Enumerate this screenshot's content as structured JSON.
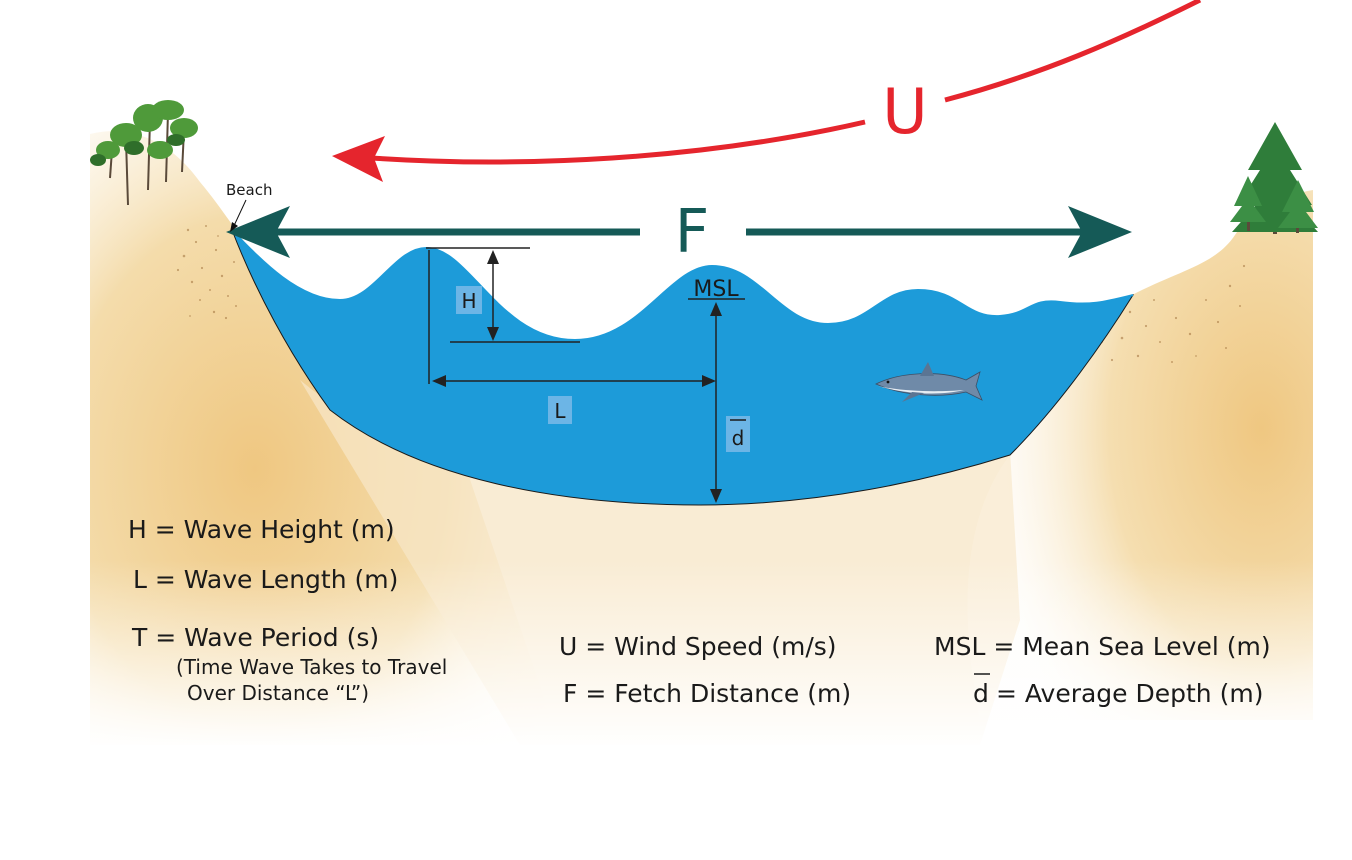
{
  "diagram": {
    "labels": {
      "wind": "U",
      "fetch": "F",
      "beach": "Beach",
      "msl": "MSL",
      "height": "H",
      "length": "L",
      "depth": "d"
    },
    "legend": {
      "height": "H = Wave Height (m)",
      "length": "L = Wave Length (m)",
      "period": "T = Wave Period (s)",
      "period_note_1": "(Time Wave Takes to Travel",
      "period_note_2": "Over Distance “L”)",
      "wind": "U = Wind Speed (m/s)",
      "fetch": "F = Fetch Distance (m)",
      "msl": "MSL = Mean Sea Level (m)",
      "depth_symbol": "d",
      "depth": "= Average Depth (m)"
    },
    "colors": {
      "wind_arrow": "#e5252d",
      "fetch_arrow": "#155a57",
      "water": "#1d9bd9",
      "sand": "#ecc98f",
      "label_box": "#6cb5e6"
    },
    "icons": {
      "trees_left": "deciduous-trees-icon",
      "trees_right": "pine-trees-icon",
      "fish": "shark-icon"
    }
  }
}
